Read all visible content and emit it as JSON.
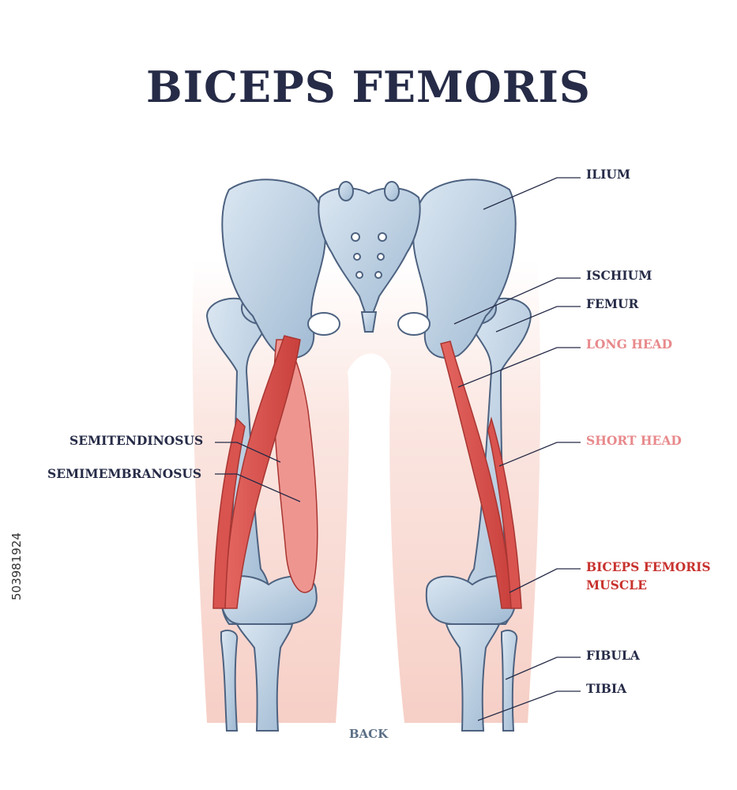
{
  "title": "BICEPS FEMORIS",
  "footer": "BACK",
  "stock_id": "503981924",
  "labels": {
    "ilium": "ILIUM",
    "ischium": "ISCHIUM",
    "femur": "FEMUR",
    "long_head": "LONG HEAD",
    "short_head": "SHORT HEAD",
    "biceps_line1": "BICEPS FEMORIS",
    "biceps_line2": "MUSCLE",
    "fibula": "FIBULA",
    "tibia": "TIBIA",
    "semitendinosus": "SEMITENDINOSUS",
    "semimembranosus": "SEMIMEMBRANOSUS"
  },
  "colors": {
    "title": "#262b47",
    "bone": "#b9cfe2",
    "bone_outline": "#4d6280",
    "muscle": "#d9534f",
    "skin": "#f8d7d0",
    "long_head_label": "#e8898b",
    "biceps_label": "#c8322e"
  }
}
